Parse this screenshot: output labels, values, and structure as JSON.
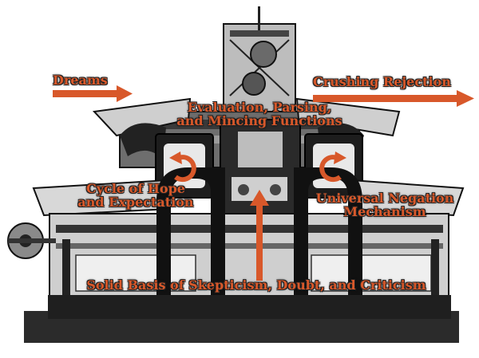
{
  "colors": {
    "accent": "#d8582a",
    "machine_dark": "#161616",
    "machine_mid": "#555555",
    "machine_light": "#c9c9c9",
    "background": "#ffffff"
  },
  "labels": {
    "dreams": "Dreams",
    "crushing_rejection": "Crushing Rejection",
    "evaluation_line1": "Evaluation, Parsing,",
    "evaluation_line2": "and Mincing Functions",
    "cycle_line1": "Cycle of Hope",
    "cycle_line2": "and Expectation",
    "negation_line1": "Universal Negation",
    "negation_line2": "Mechanism",
    "basis": "Solid Basis of Skepticism, Doubt, and Criticism"
  }
}
